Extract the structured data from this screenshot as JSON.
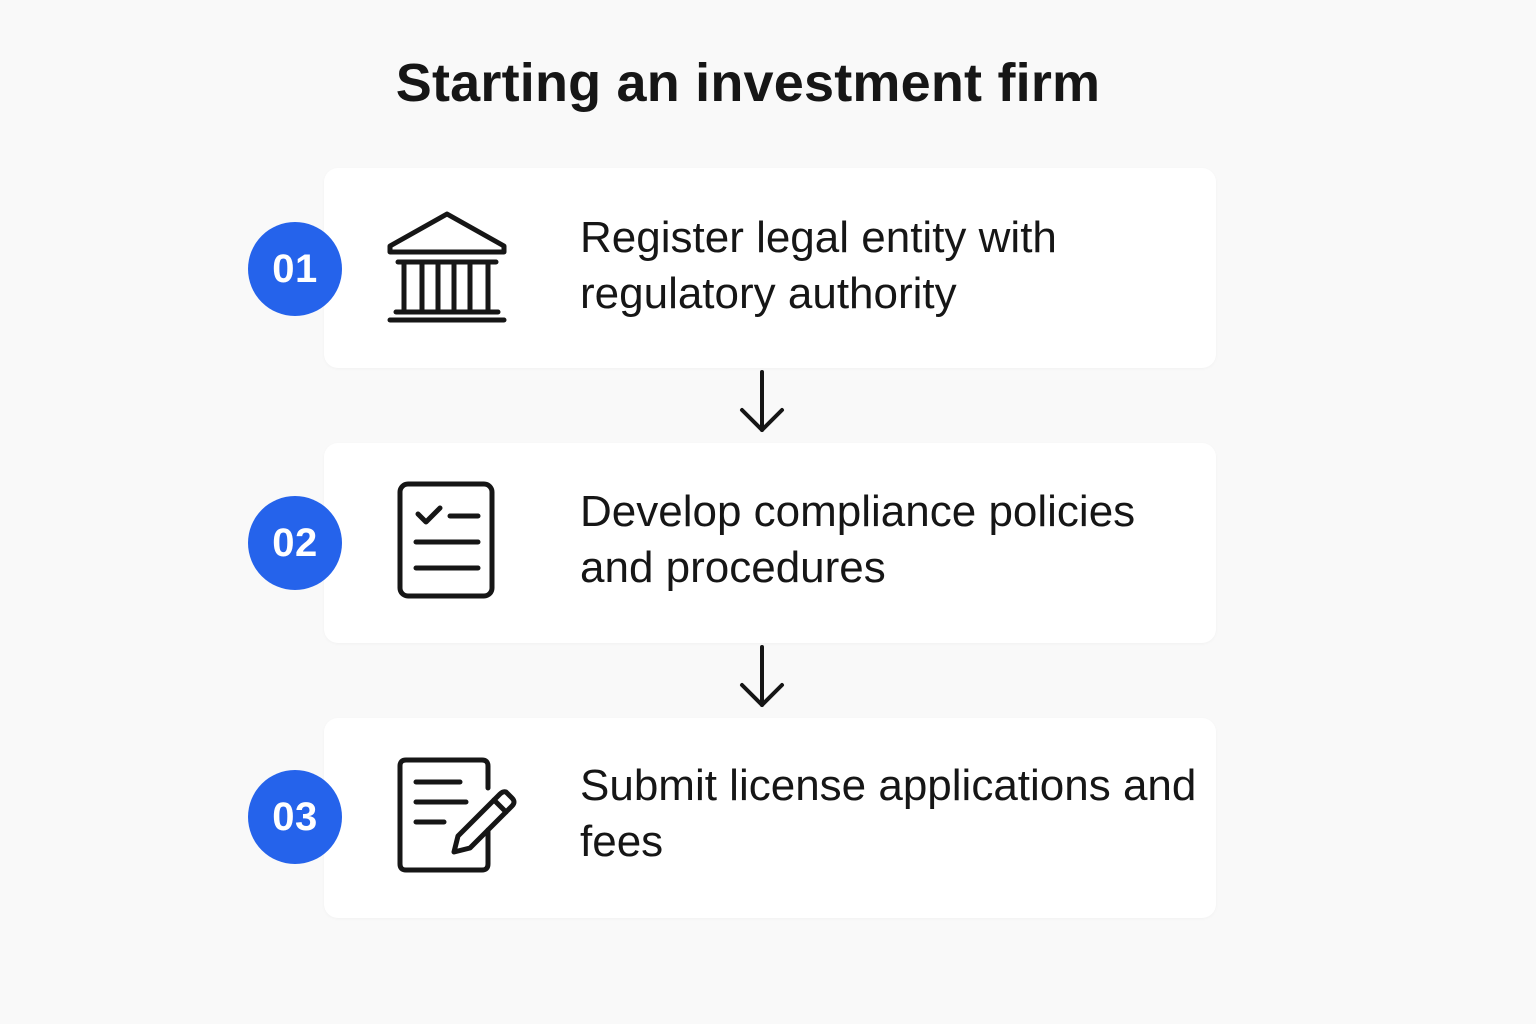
{
  "title": "Starting an investment firm",
  "steps": [
    {
      "number": "01",
      "text": "Register legal entity with regulatory authority",
      "icon": "bank-building-icon"
    },
    {
      "number": "02",
      "text": "Develop compliance policies and procedures",
      "icon": "checklist-document-icon"
    },
    {
      "number": "03",
      "text": "Submit license applications and fees",
      "icon": "document-pen-icon"
    }
  ],
  "colors": {
    "accent": "#2563eb",
    "background": "#f9f9f9",
    "card": "#ffffff",
    "text": "#161616"
  }
}
